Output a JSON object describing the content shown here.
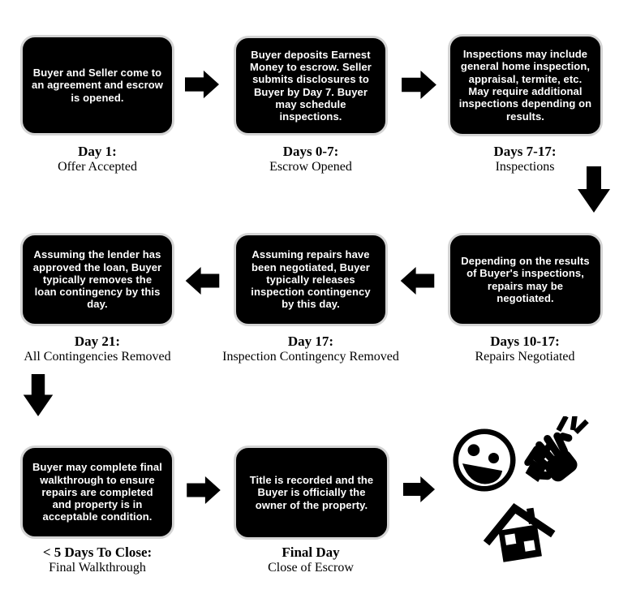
{
  "colors": {
    "background": "#ffffff",
    "box_bg": "#000000",
    "box_border": "#d4d4d4",
    "box_text": "#ffffff",
    "label_text": "#000000",
    "arrow": "#000000",
    "icon": "#000000"
  },
  "nodes": [
    {
      "text": "Buyer and Seller come to an agreement and escrow is opened.",
      "label_title": "Day 1:",
      "label_sub": "Offer Accepted"
    },
    {
      "text": "Buyer deposits Earnest Money to escrow. Seller submits disclosures to Buyer by Day 7. Buyer may schedule inspections.",
      "label_title": "Days 0-7:",
      "label_sub": "Escrow Opened"
    },
    {
      "text": "Inspections may include general home inspection, appraisal, termite, etc. May require additional inspections depending on results.",
      "label_title": "Days 7-17:",
      "label_sub": "Inspections"
    },
    {
      "text": "Depending on the results of Buyer's inspections, repairs may be negotiated.",
      "label_title": "Days 10-17:",
      "label_sub": "Repairs Negotiated"
    },
    {
      "text": "Assuming repairs have been negotiated, Buyer typically releases inspection contingency by this day.",
      "label_title": "Day 17:",
      "label_sub": "Inspection Contingency Removed"
    },
    {
      "text": "Assuming the lender has approved the loan, Buyer typically removes the loan contingency by this day.",
      "label_title": "Day 21:",
      "label_sub": "All Contingencies Removed"
    },
    {
      "text": "Buyer may complete final walkthrough to ensure repairs are completed and property is in acceptable condition.",
      "label_title": "< 5 Days To Close:",
      "label_sub": "Final Walkthrough"
    },
    {
      "text": "Title is recorded and the Buyer is officially the owner of the property.",
      "label_title": "Final Day",
      "label_sub": "Close of Escrow"
    }
  ],
  "icons": [
    "smiley-face-icon",
    "clapping-hands-icon",
    "house-icon"
  ]
}
